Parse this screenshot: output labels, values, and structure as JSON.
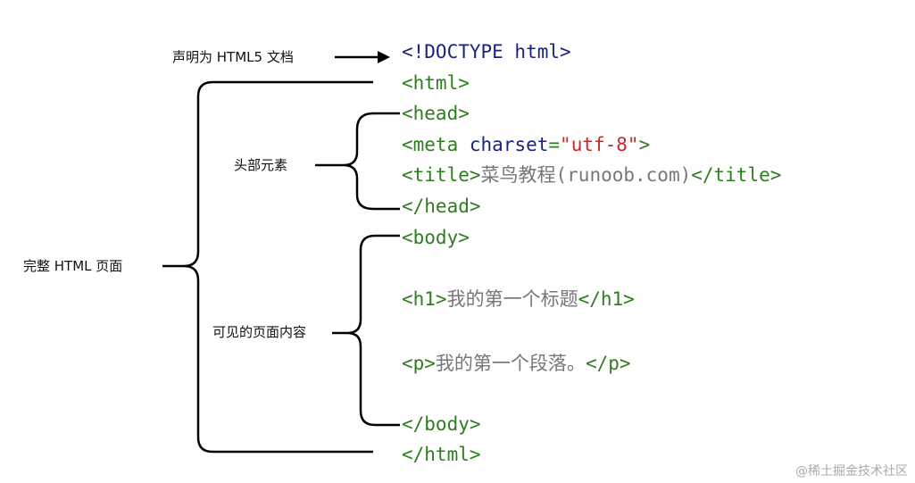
{
  "labels": {
    "doctype_note": "声明为 HTML5 文档",
    "head_elements": "头部元素",
    "full_page": "完整 HTML 页面",
    "visible_content": "可见的页面内容"
  },
  "code": {
    "doctype": "<!DOCTYPE html>",
    "html_open": "<html>",
    "head_open": "<head>",
    "meta": {
      "open": "<meta",
      "attr": "charset",
      "eq": "=",
      "value": "\"utf-8\"",
      "close": ">"
    },
    "title": {
      "open": "<title>",
      "text": "菜鸟教程(runoob.com)",
      "close": "</title>"
    },
    "head_close": "</head>",
    "body_open": "<body>",
    "h1": {
      "open": "<h1>",
      "text": "我的第一个标题",
      "close": "</h1>"
    },
    "p": {
      "open": "<p>",
      "text": "我的第一个段落。",
      "close": "</p>"
    },
    "body_close": "</body>",
    "html_close": "</html>"
  },
  "watermark": "@稀土掘金技术社区"
}
